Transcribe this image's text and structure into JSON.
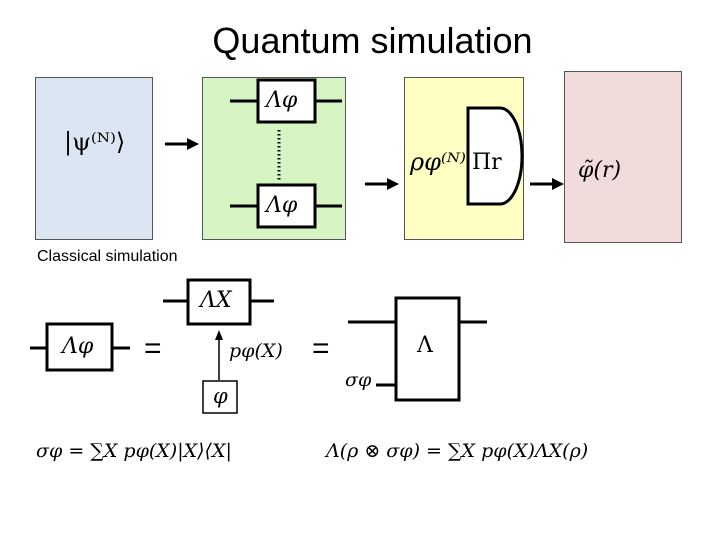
{
  "title": "Quantum simulation",
  "section_label": "Classical simulation",
  "colors": {
    "panel_blue": "#dce6f2",
    "panel_green": "#d7f5c3",
    "panel_yellow": "#ffffc4",
    "panel_pink": "#f2dcdb"
  },
  "quantum": {
    "input_state": "|ψ⁽ᴺ⁾⟩",
    "channel_top": "Λφ",
    "channel_bottom": "Λφ",
    "output_state": "ρφ⁽ᴺ⁾",
    "measurement": "Πr",
    "estimator": "φ̃(r)"
  },
  "classical": {
    "channel": "Λφ",
    "equals_1": "=",
    "channel_x": "ΛX",
    "prob_label": "pφ(X)",
    "param_box": "φ",
    "equals_2": "=",
    "sigma_label": "σφ",
    "lambda": "Λ",
    "formula_left": "σφ = ∑X pφ(X)|X⟩⟨X|",
    "formula_right": "Λ(ρ ⊗ σφ) = ∑X pφ(X)ΛX(ρ)"
  }
}
